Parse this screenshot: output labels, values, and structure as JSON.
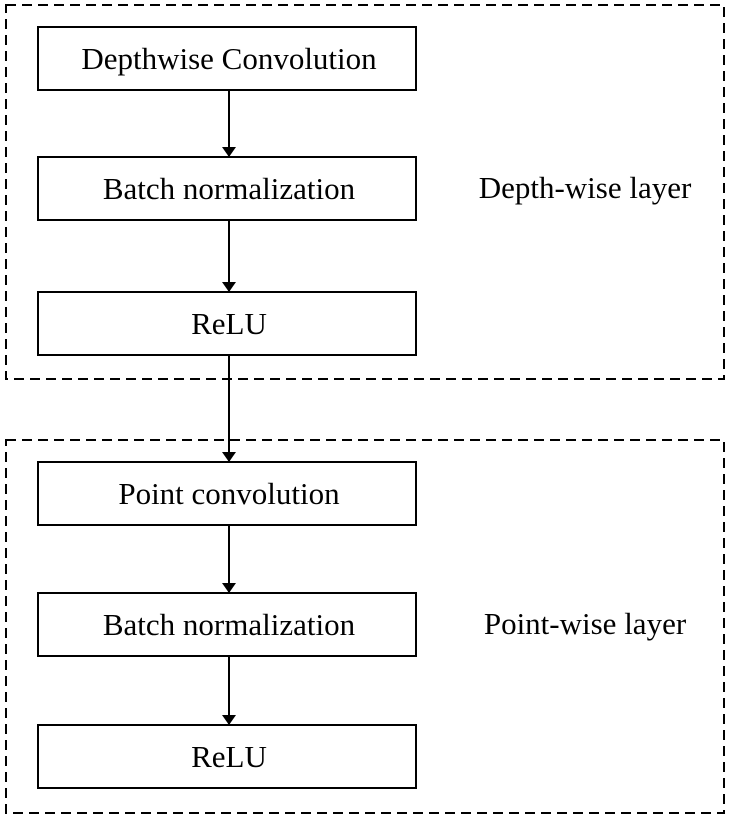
{
  "groups": [
    {
      "label": "Depth-wise layer"
    },
    {
      "label": "Point-wise layer"
    }
  ],
  "boxes": [
    {
      "label": "Depthwise Convolution"
    },
    {
      "label": "Batch normalization"
    },
    {
      "label": "ReLU"
    },
    {
      "label": "Point convolution"
    },
    {
      "label": "Batch normalization"
    },
    {
      "label": "ReLU"
    }
  ]
}
